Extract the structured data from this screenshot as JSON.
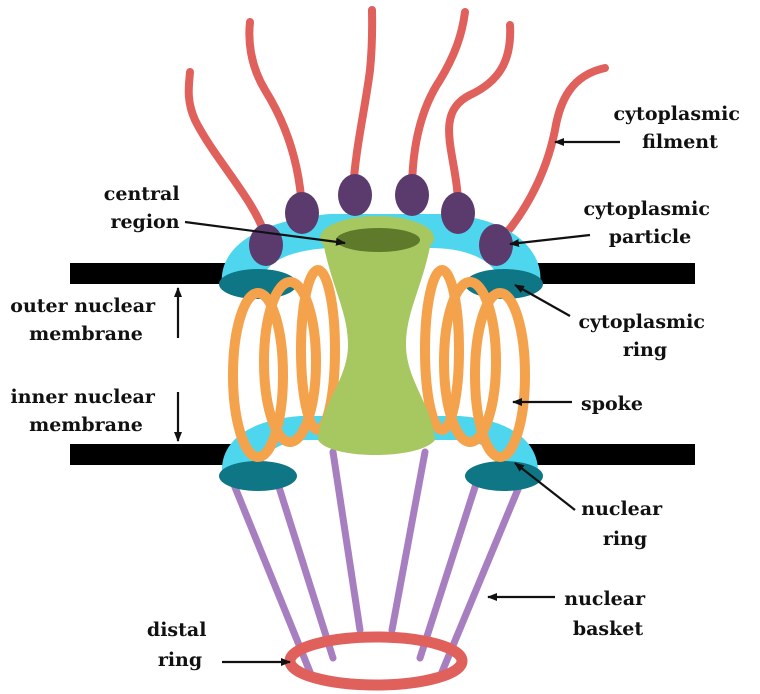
{
  "labels": {
    "cytoplasmic_filament": [
      "cytoplasmic",
      "filment"
    ],
    "central_region": [
      "central",
      "region"
    ],
    "cytoplasmic_particle": [
      "cytoplasmic",
      "particle"
    ],
    "outer_nuclear_membrane": [
      "outer nuclear",
      "membrane"
    ],
    "cytoplasmic_ring": [
      "cytoplasmic",
      "ring"
    ],
    "inner_nuclear_membrane": [
      "inner nuclear",
      "membrane"
    ],
    "spoke": [
      "spoke"
    ],
    "nuclear_ring": [
      "nuclear",
      "ring"
    ],
    "nuclear_basket": [
      "nuclear",
      "basket"
    ],
    "distal_ring": [
      "distal",
      "ring"
    ]
  },
  "colors": {
    "filament": "#e0605c",
    "particle": "#5b3a6e",
    "ring_outer": "#4fd6ef",
    "ring_inner": "#0e7684",
    "spoke": "#f4a24c",
    "central": "#a7c761",
    "central_top": "#5f7a2a",
    "basket": "#a77fc0",
    "distal_ring": "#e0605c",
    "membrane": "#000000",
    "arrow": "#111111"
  }
}
